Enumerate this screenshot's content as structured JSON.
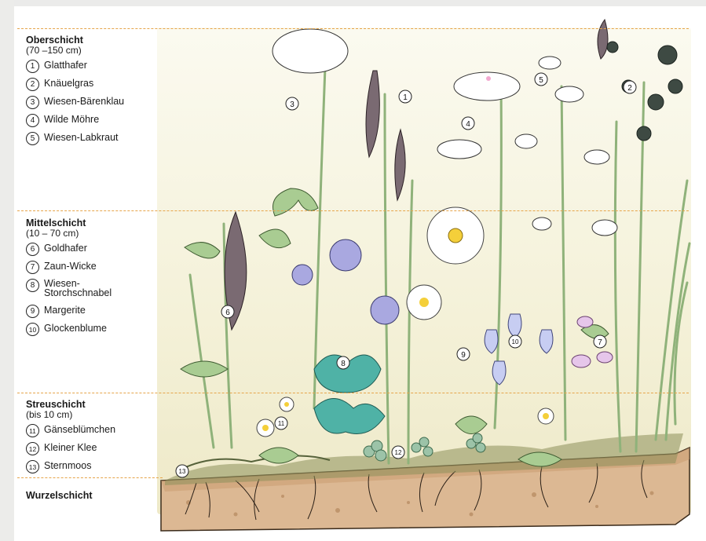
{
  "layers": [
    {
      "title": "Oberschicht",
      "range": "(70 –150 cm)",
      "plants": [
        {
          "num": "1",
          "name": "Glatthafer"
        },
        {
          "num": "2",
          "name": "Knäuelgras"
        },
        {
          "num": "3",
          "name": "Wiesen-Bärenklau"
        },
        {
          "num": "4",
          "name": "Wilde Möhre"
        },
        {
          "num": "5",
          "name": "Wiesen-Labkraut"
        }
      ]
    },
    {
      "title": "Mittelschicht",
      "range": "(10 – 70 cm)",
      "plants": [
        {
          "num": "6",
          "name": "Goldhafer"
        },
        {
          "num": "7",
          "name": "Zaun-Wicke"
        },
        {
          "num": "8",
          "name": "Wiesen-Storchschnabel",
          "line1": "Wiesen-",
          "line2": "Storchschnabel"
        },
        {
          "num": "9",
          "name": "Margerite"
        },
        {
          "num": "10",
          "name": "Glockenblume"
        }
      ]
    },
    {
      "title": "Streuschicht",
      "range": "(bis 10 cm)",
      "plants": [
        {
          "num": "11",
          "name": "Gänseblümchen"
        },
        {
          "num": "12",
          "name": "Kleiner Klee"
        },
        {
          "num": "13",
          "name": "Sternmoos"
        }
      ]
    }
  ],
  "root_layer": "Wurzelschicht",
  "markers": [
    "1",
    "2",
    "3",
    "4",
    "5",
    "6",
    "7",
    "8",
    "9",
    "10",
    "11",
    "12",
    "13"
  ],
  "colors": {
    "divider": "#e6a54b",
    "soil": "#d9b48c",
    "stem": "#8db07a",
    "leaf": "#9ec48a",
    "geranium": "#a9a8e0",
    "bluebell": "#c7cdf2",
    "vetch": "#e6c6ea"
  }
}
